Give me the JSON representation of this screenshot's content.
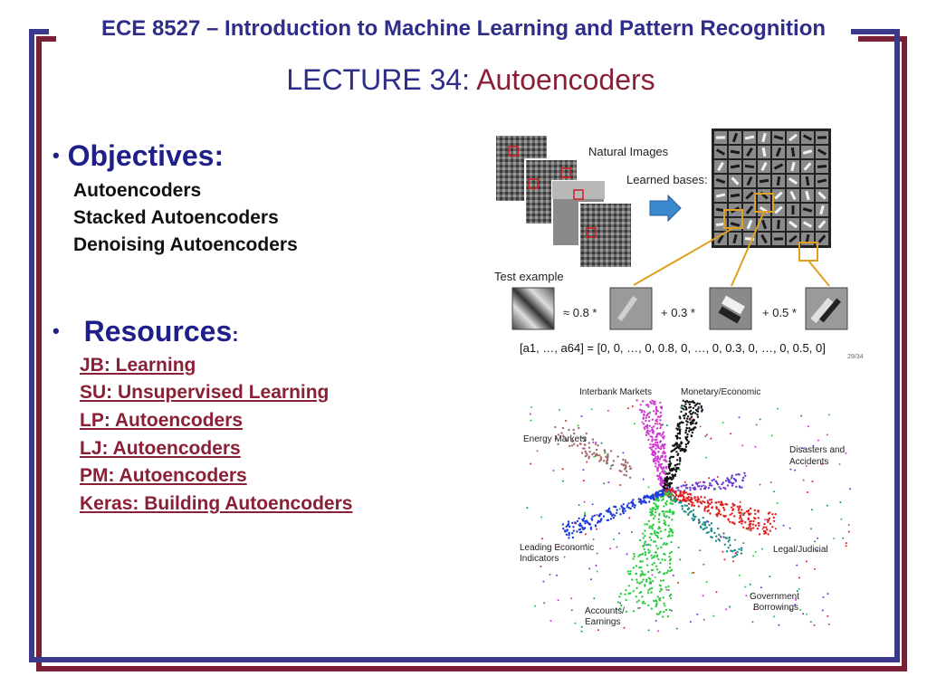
{
  "slide": {
    "course_title": "ECE 8527 – Introduction to Machine Learning and Pattern Recognition",
    "lecture_prefix": "LECTURE 34:",
    "lecture_name": "Autoencoders"
  },
  "objectives": {
    "bullet": "•",
    "heading": "Objectives:",
    "items": [
      "Autoencoders",
      "Stacked Autoencoders",
      "Denoising Autoencoders"
    ]
  },
  "resources": {
    "bullet": "•",
    "heading": "Resources",
    "colon": ":",
    "links": [
      "JB: Learning",
      "SU: Unsupervised Learning",
      "LP: Autoencoders",
      "LJ: Autoencoders",
      "PM: Autoencoders",
      "Keras: Building Autoencoders"
    ]
  },
  "figure_bases": {
    "natural_images_label": "Natural Images",
    "learned_bases_label": "Learned bases:",
    "test_example_label": "Test example",
    "coef1": "≈ 0.8 *",
    "coef2": "+ 0.3 *",
    "coef3": "+ 0.5 *",
    "equation": "[a1, …, a64] = [0, 0, …, 0, 0.8, 0, …, 0, 0.3, 0, …, 0, 0.5, 0]",
    "page_mark": "29/34"
  },
  "figure_clusters": {
    "labels": {
      "interbank": "Interbank Markets",
      "monetary": "Monetary/Economic",
      "energy": "Energy Markets",
      "disasters_1": "Disasters and",
      "disasters_2": "Accidents",
      "leading_1": "Leading Economic",
      "leading_2": "Indicators",
      "legal": "Legal/Judicial",
      "government_1": "Government",
      "government_2": "Borrowings",
      "accounts_1": "Accounts/",
      "accounts_2": "Earnings"
    },
    "colors": {
      "interbank": "#d03ad0",
      "monetary": "#111111",
      "energy": "#a06a6a",
      "disasters": "#6a3ad0",
      "leading": "#1e3ad8",
      "legal": "#e02020",
      "government": "#1e8a8a",
      "accounts": "#2ecc40"
    }
  },
  "colors": {
    "navy": "#2e2e8a",
    "maroon": "#8a2036"
  }
}
